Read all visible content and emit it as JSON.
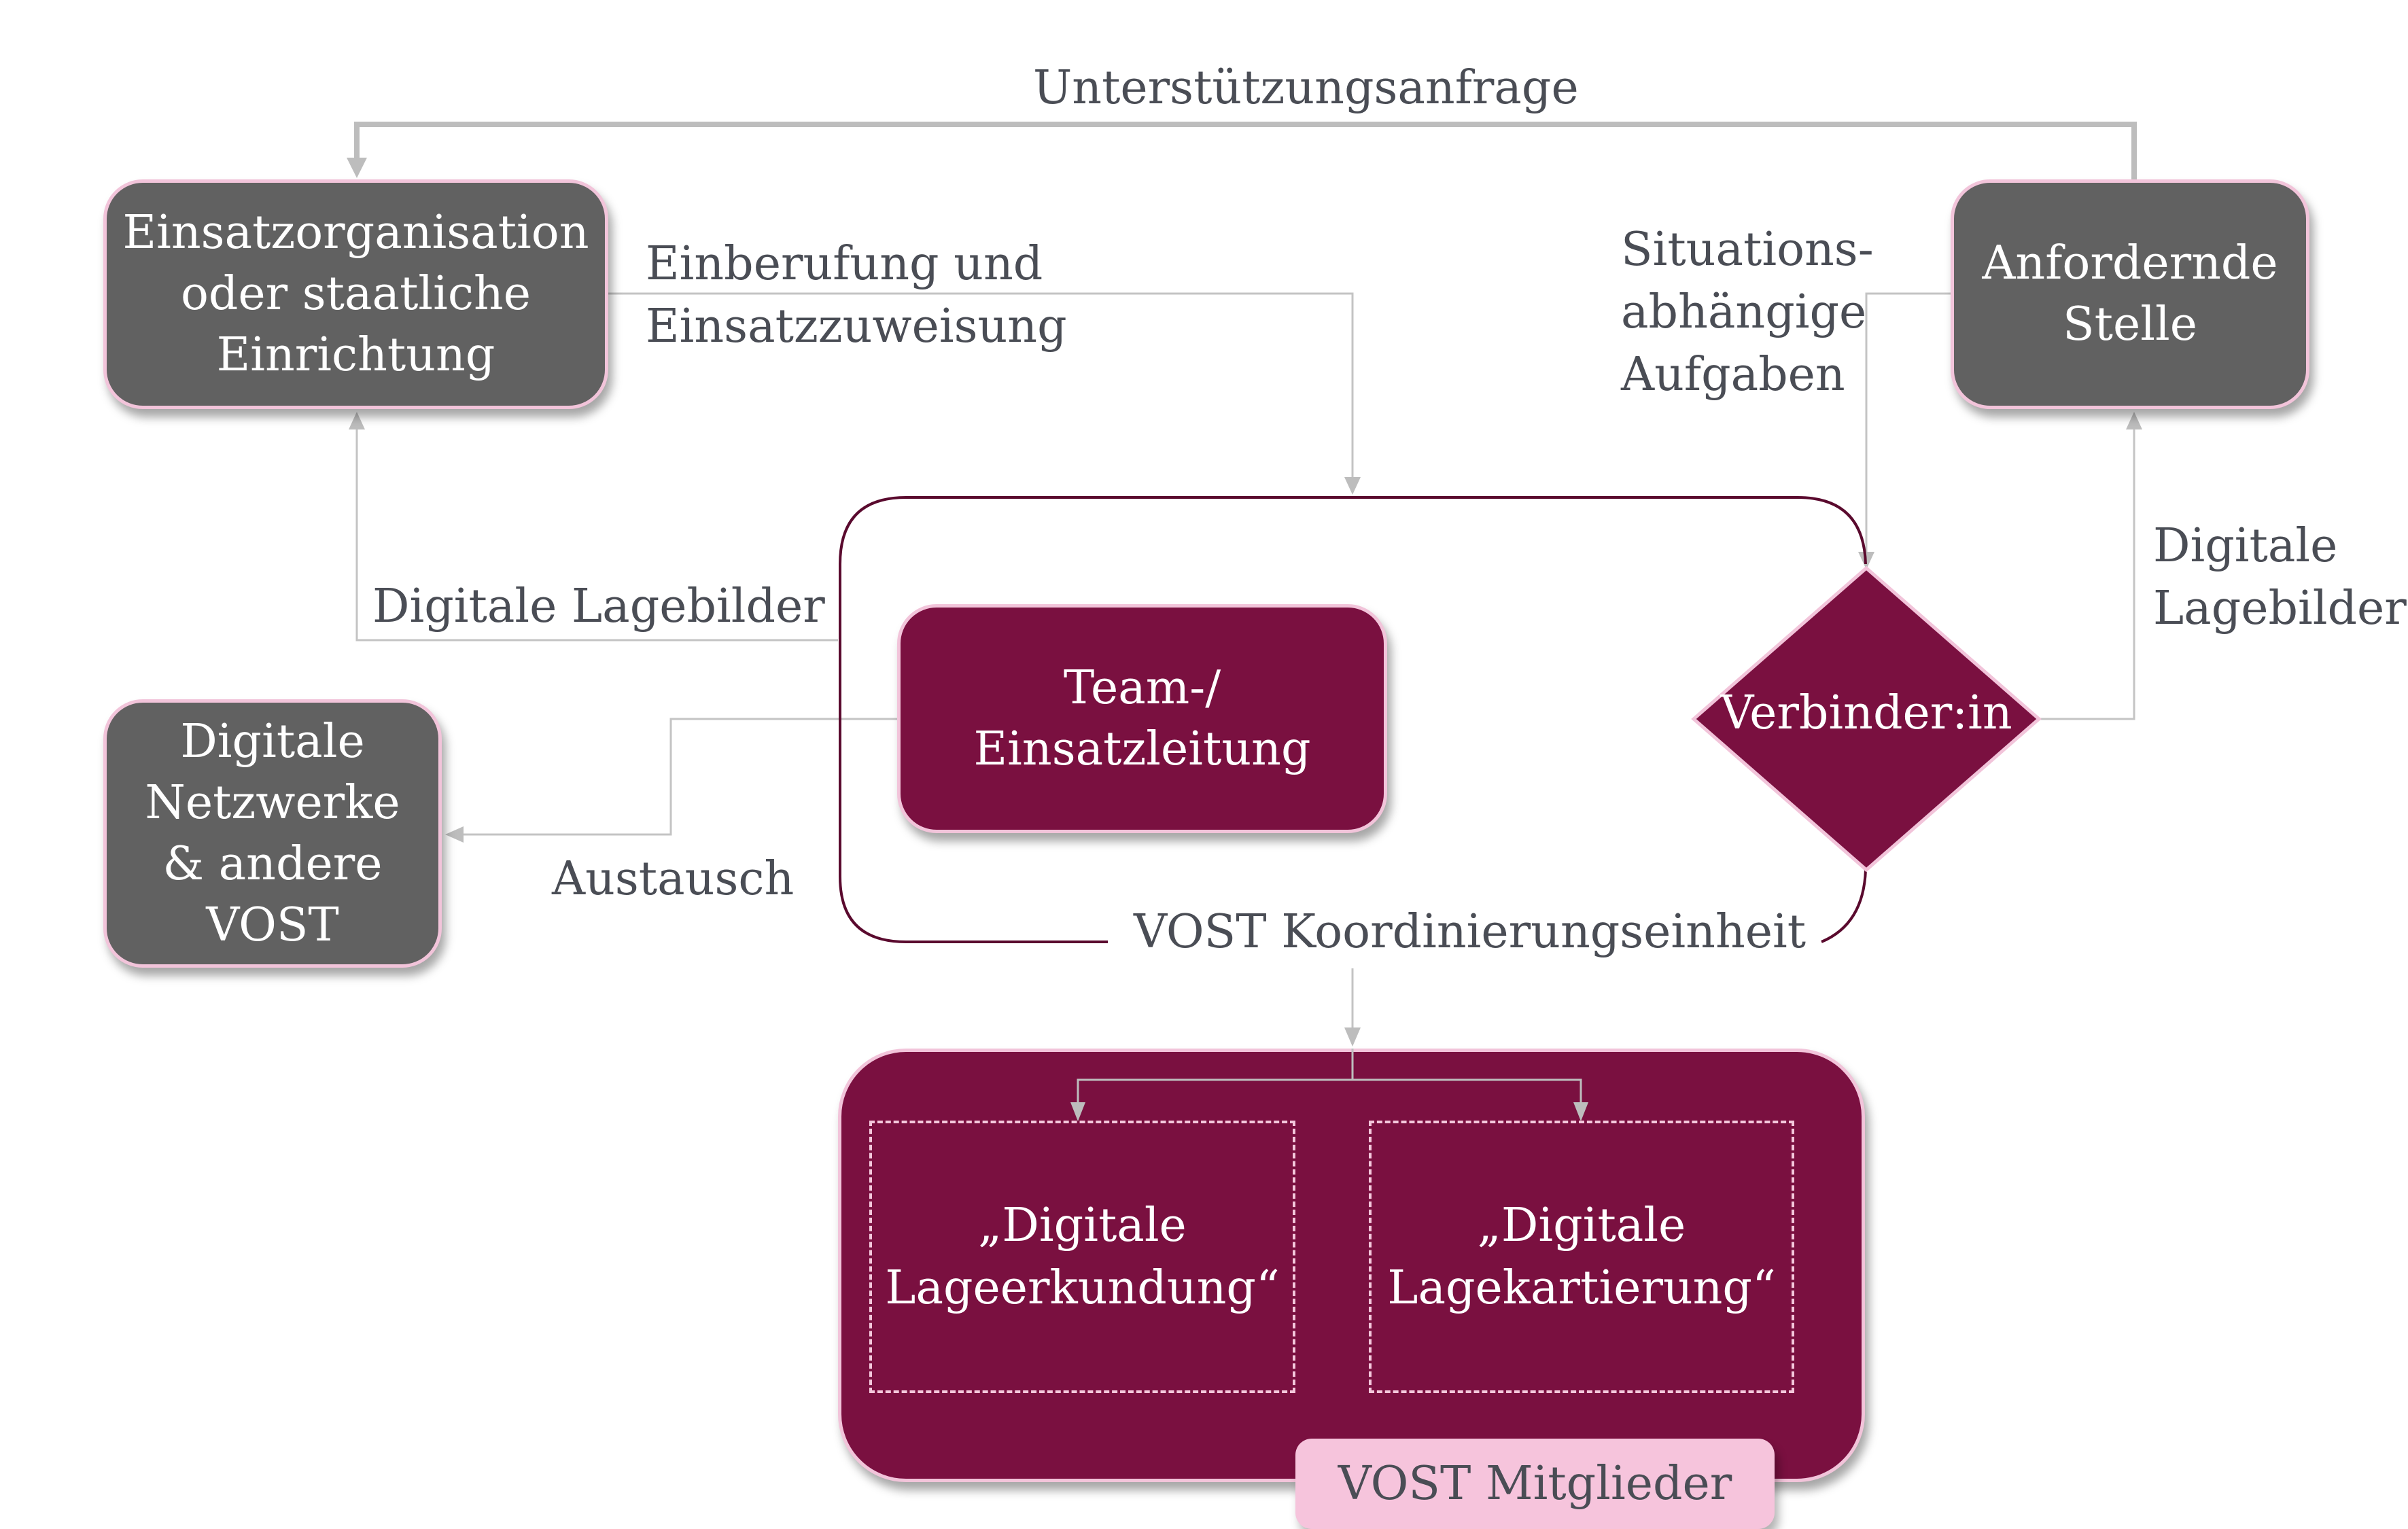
{
  "colors": {
    "box_gray": "#616161",
    "box_wine": "#7a1040",
    "box_border_pink": "#f2c4da",
    "tag_pink": "#f6c4dc",
    "connector_gray": "#bdbdbd",
    "bracket_wine": "#5a0a2e",
    "label_text": "#4a4d55"
  },
  "nodes": {
    "einsatzorganisation": "Einsatzorganisation\noder staatliche\nEinrichtung",
    "anfordernde_stelle": "Anfordernde\nStelle",
    "digitale_netzwerke": "Digitale\nNetzwerke\n& andere\nVOST",
    "team_einsatzleitung": "Team-/\nEinsatzleitung",
    "verbinder": "Verbinder:in",
    "lageerkundung": "„Digitale\nLageerkundung“",
    "lagekartierung": "„Digitale\nLagekartierung“"
  },
  "groups": {
    "koordinierungseinheit": "VOST Koordinierungseinheit",
    "mitglieder": "VOST Mitglieder"
  },
  "edge_labels": {
    "unterstuetzungsanfrage": "Unterstützungsanfrage",
    "einberufung": "Einberufung und\nEinsatzzuweisung",
    "situationsabhaengig": "Situations-\nabhängige\nAufgaben",
    "lagebilder_left": "Digitale Lagebilder",
    "lagebilder_right": "Digitale\nLagebilder",
    "austausch": "Austausch"
  }
}
